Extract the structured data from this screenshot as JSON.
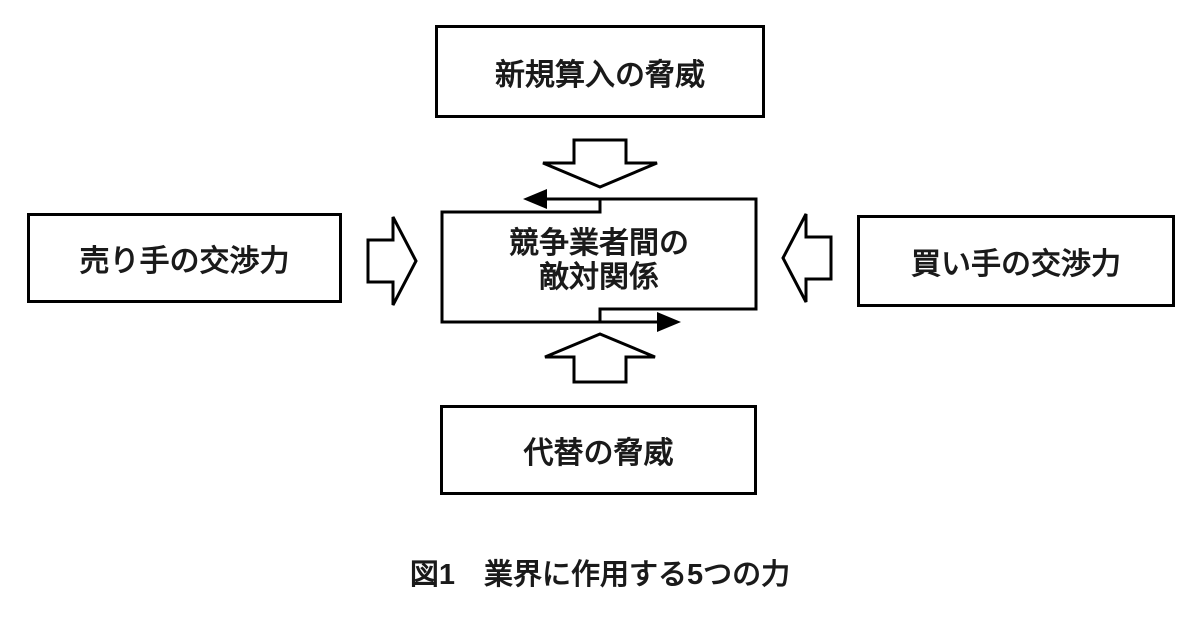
{
  "figure": {
    "caption": "図1　業界に作用する5つの力"
  },
  "boxes": {
    "top": {
      "label": "新規算入の脅威"
    },
    "left": {
      "label": "売り手の交渉力"
    },
    "right": {
      "label": "買い手の交渉力"
    },
    "bottom": {
      "label": "代替の脅威"
    },
    "center": {
      "line1": "競争業者間の",
      "line2": "敵対関係"
    }
  },
  "arrows": {
    "top": {
      "icon": "block-arrow-down-icon",
      "direction": "down",
      "from": "新規算入の脅威",
      "to": "競争業者間の敵対関係"
    },
    "left": {
      "icon": "block-arrow-right-icon",
      "direction": "right",
      "from": "売り手の交渉力",
      "to": "競争業者間の敵対関係"
    },
    "right": {
      "icon": "block-arrow-left-icon",
      "direction": "left",
      "from": "買い手の交渉力",
      "to": "競争業者間の敵対関係"
    },
    "bottom": {
      "icon": "block-arrow-up-icon",
      "direction": "up",
      "from": "代替の脅威",
      "to": "競争業者間の敵対関係"
    },
    "center_loop": {
      "icon": "rivalry-loop-arrows-icon",
      "direction": "circular"
    }
  },
  "colors": {
    "stroke": "#000000",
    "background": "#ffffff",
    "text": "#1a1a1a"
  }
}
